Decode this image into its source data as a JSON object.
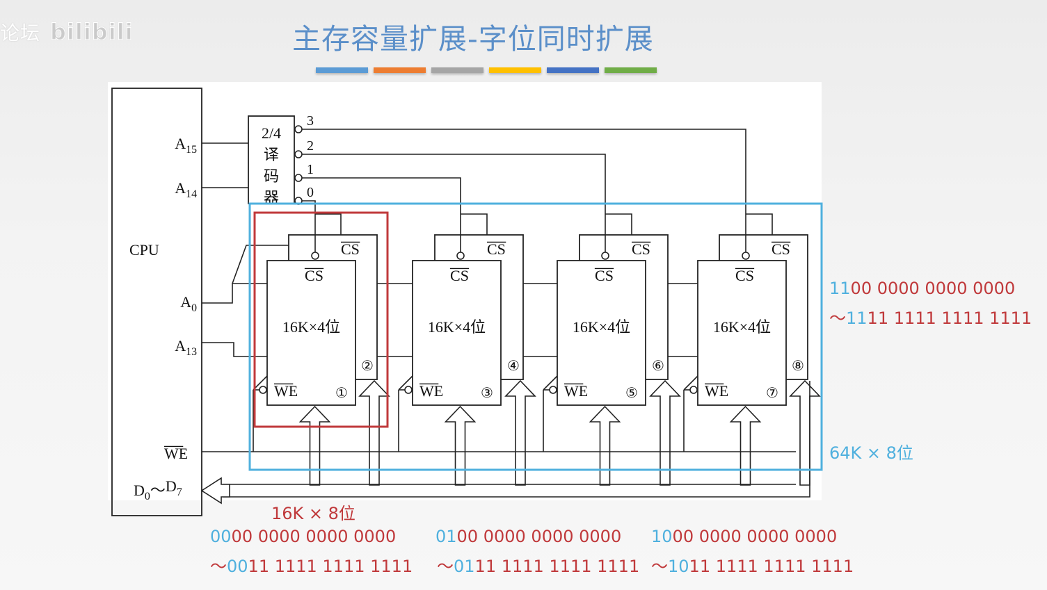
{
  "watermark": {
    "text": "论坛",
    "logo": "bilibili"
  },
  "header": {
    "title": "主存容量扩展-字位同时扩展",
    "accent_bars": [
      "#5b9bd5",
      "#ed7d31",
      "#a5a5a5",
      "#ffc000",
      "#4472c4",
      "#70ad47"
    ]
  },
  "colors": {
    "blue_box": "#4fb0de",
    "red_box": "#c0393b",
    "line": "#222222"
  },
  "diagram": {
    "cpu": {
      "label": "CPU",
      "pins": [
        {
          "name": "A",
          "sub": "15",
          "bar": false
        },
        {
          "name": "A",
          "sub": "14",
          "bar": false
        },
        {
          "name": "A",
          "sub": "0",
          "bar": false
        },
        {
          "name": "A",
          "sub": "13",
          "bar": false
        },
        {
          "name": "WE",
          "sub": "",
          "bar": true
        },
        {
          "name": "D",
          "sub": "0",
          "tilde": "～",
          "name2": "D",
          "sub2": "7",
          "bar": false
        }
      ]
    },
    "decoder": {
      "label_lines": [
        "2/4",
        "译",
        "码",
        "器"
      ],
      "outputs": [
        "3",
        "2",
        "1",
        "0"
      ]
    },
    "chip_groups": [
      {
        "front": {
          "label": "16K×4位",
          "cs": "CS",
          "we": "WE",
          "num": "①"
        },
        "back": {
          "cs": "CS",
          "num": "②"
        }
      },
      {
        "front": {
          "label": "16K×4位",
          "cs": "CS",
          "we": "WE",
          "num": "③"
        },
        "back": {
          "cs": "CS",
          "num": "④"
        }
      },
      {
        "front": {
          "label": "16K×4位",
          "cs": "CS",
          "we": "WE",
          "num": "⑤"
        },
        "back": {
          "cs": "CS",
          "num": "⑥"
        }
      },
      {
        "front": {
          "label": "16K×4位",
          "cs": "CS",
          "we": "WE",
          "num": "⑦"
        },
        "back": {
          "cs": "CS",
          "num": "⑧"
        }
      }
    ]
  },
  "annotations": {
    "group_label": "16K × 8位",
    "total_label": "64K × 8位",
    "ranges": [
      {
        "start_hi": "00",
        "start_lo": "00 0000 0000 0000",
        "end_prefix": "～",
        "end_hi": "00",
        "end_lo": "11 1111 1111 1111"
      },
      {
        "start_hi": "01",
        "start_lo": "00 0000 0000 0000",
        "end_prefix": "～",
        "end_hi": "01",
        "end_lo": "11 1111 1111 1111"
      },
      {
        "start_hi": "10",
        "start_lo": "00 0000 0000 0000",
        "end_prefix": "～",
        "end_hi": "10",
        "end_lo": "11 1111 1111 1111"
      },
      {
        "start_hi": "11",
        "start_lo": "00 0000 0000 0000",
        "end_prefix": "～",
        "end_hi": "11",
        "end_lo": "11 1111 1111 1111"
      }
    ]
  }
}
